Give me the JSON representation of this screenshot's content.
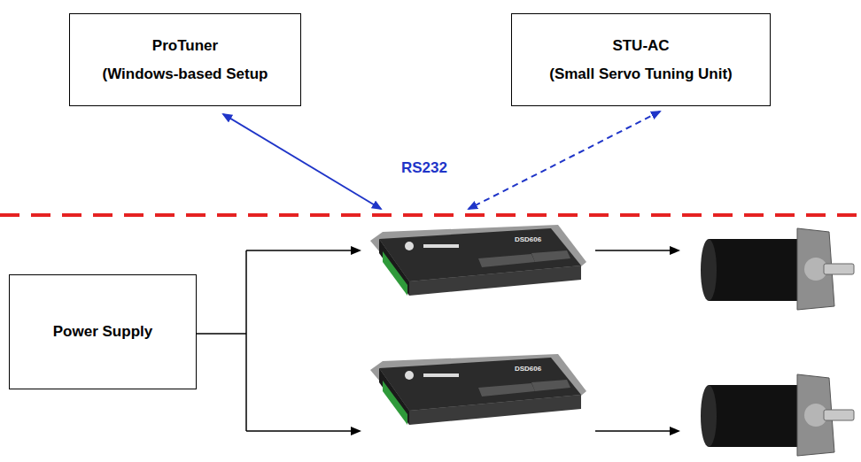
{
  "diagram": {
    "nodes": [
      {
        "text": [
          "ProTuner",
          "(Windows-based Setup"
        ]
      },
      {
        "text": [
          "STU-AC",
          "(Small Servo Tuning Unit)"
        ]
      },
      {
        "text": [
          "Power Supply"
        ]
      }
    ],
    "labels": [
      "RS232",
      "DSD606",
      "DSD606"
    ]
  }
}
